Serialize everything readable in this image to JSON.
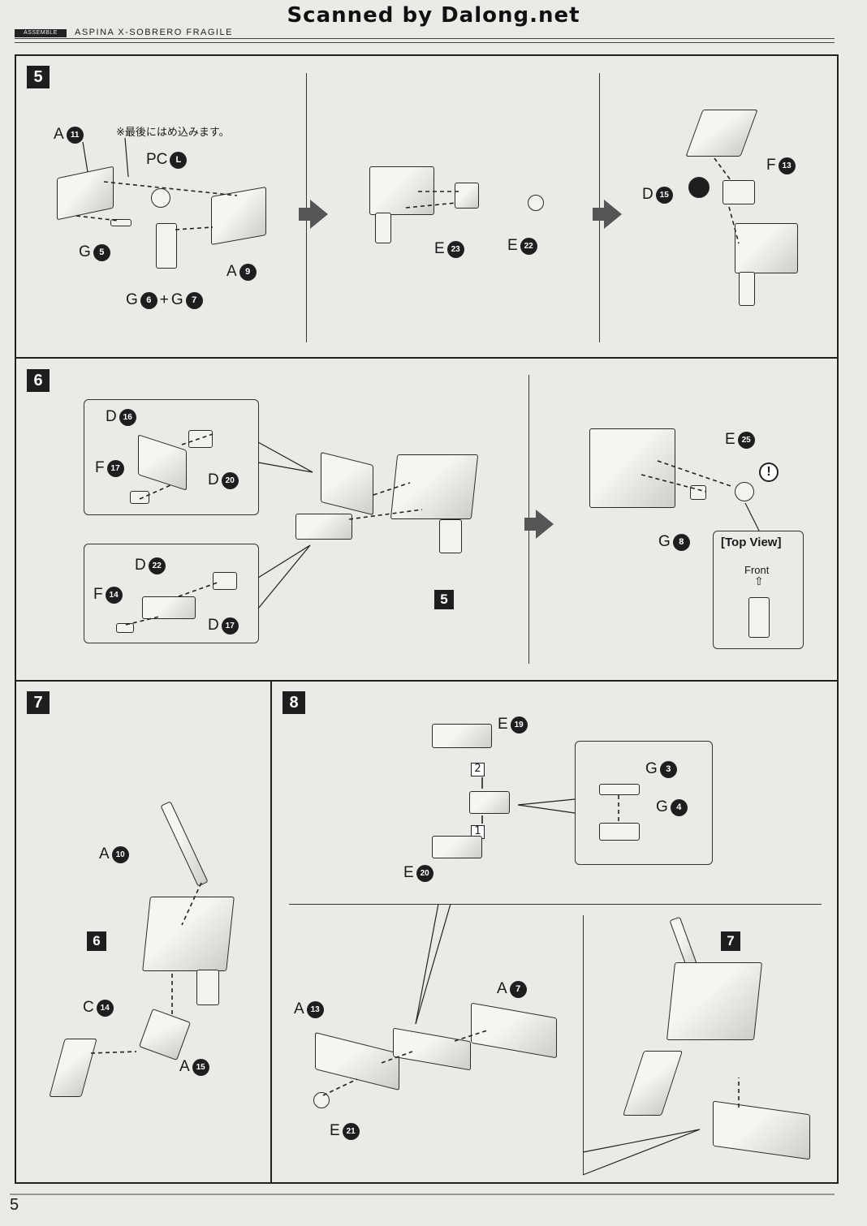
{
  "header": {
    "scanned": "Scanned by Dalong.net",
    "tag": "ASSEMBLE",
    "title": "ASPINA X-SOBRERO FRAGILE"
  },
  "page_number": "5",
  "steps": {
    "s5": {
      "number": "5",
      "note": "※最後にはめ込みます。",
      "labels": [
        {
          "letter": "A",
          "n": "11"
        },
        {
          "letter": "PC",
          "n": "L"
        },
        {
          "letter": "G",
          "n": "5"
        },
        {
          "letter": "A",
          "n": "9"
        },
        {
          "letter": "E",
          "n": "23"
        },
        {
          "letter": "E",
          "n": "22"
        },
        {
          "letter": "D",
          "n": "15"
        },
        {
          "letter": "F",
          "n": "13"
        }
      ],
      "combo": {
        "a": "G",
        "an": "6",
        "plus": "+",
        "b": "G",
        "bn": "7"
      }
    },
    "s6": {
      "number": "6",
      "labels": [
        {
          "letter": "D",
          "n": "16"
        },
        {
          "letter": "F",
          "n": "17"
        },
        {
          "letter": "D",
          "n": "20"
        },
        {
          "letter": "D",
          "n": "22"
        },
        {
          "letter": "F",
          "n": "14"
        },
        {
          "letter": "D",
          "n": "17"
        },
        {
          "letter": "E",
          "n": "25"
        },
        {
          "letter": "G",
          "n": "8"
        }
      ],
      "ref": "5",
      "excl": "!",
      "top_view": "[Top View]",
      "front": "Front",
      "front_arrow": "⇧"
    },
    "s7": {
      "number": "7",
      "ref": "6",
      "labels": [
        {
          "letter": "A",
          "n": "10"
        },
        {
          "letter": "C",
          "n": "14"
        },
        {
          "letter": "A",
          "n": "15"
        }
      ]
    },
    "s8": {
      "number": "8",
      "labels": [
        {
          "letter": "E",
          "n": "19"
        },
        {
          "letter": "E",
          "n": "20"
        },
        {
          "letter": "G",
          "n": "3"
        },
        {
          "letter": "G",
          "n": "4"
        },
        {
          "letter": "A",
          "n": "13"
        },
        {
          "letter": "A",
          "n": "7"
        },
        {
          "letter": "E",
          "n": "21"
        }
      ],
      "order": [
        "2",
        "1"
      ],
      "ref": "7"
    }
  }
}
